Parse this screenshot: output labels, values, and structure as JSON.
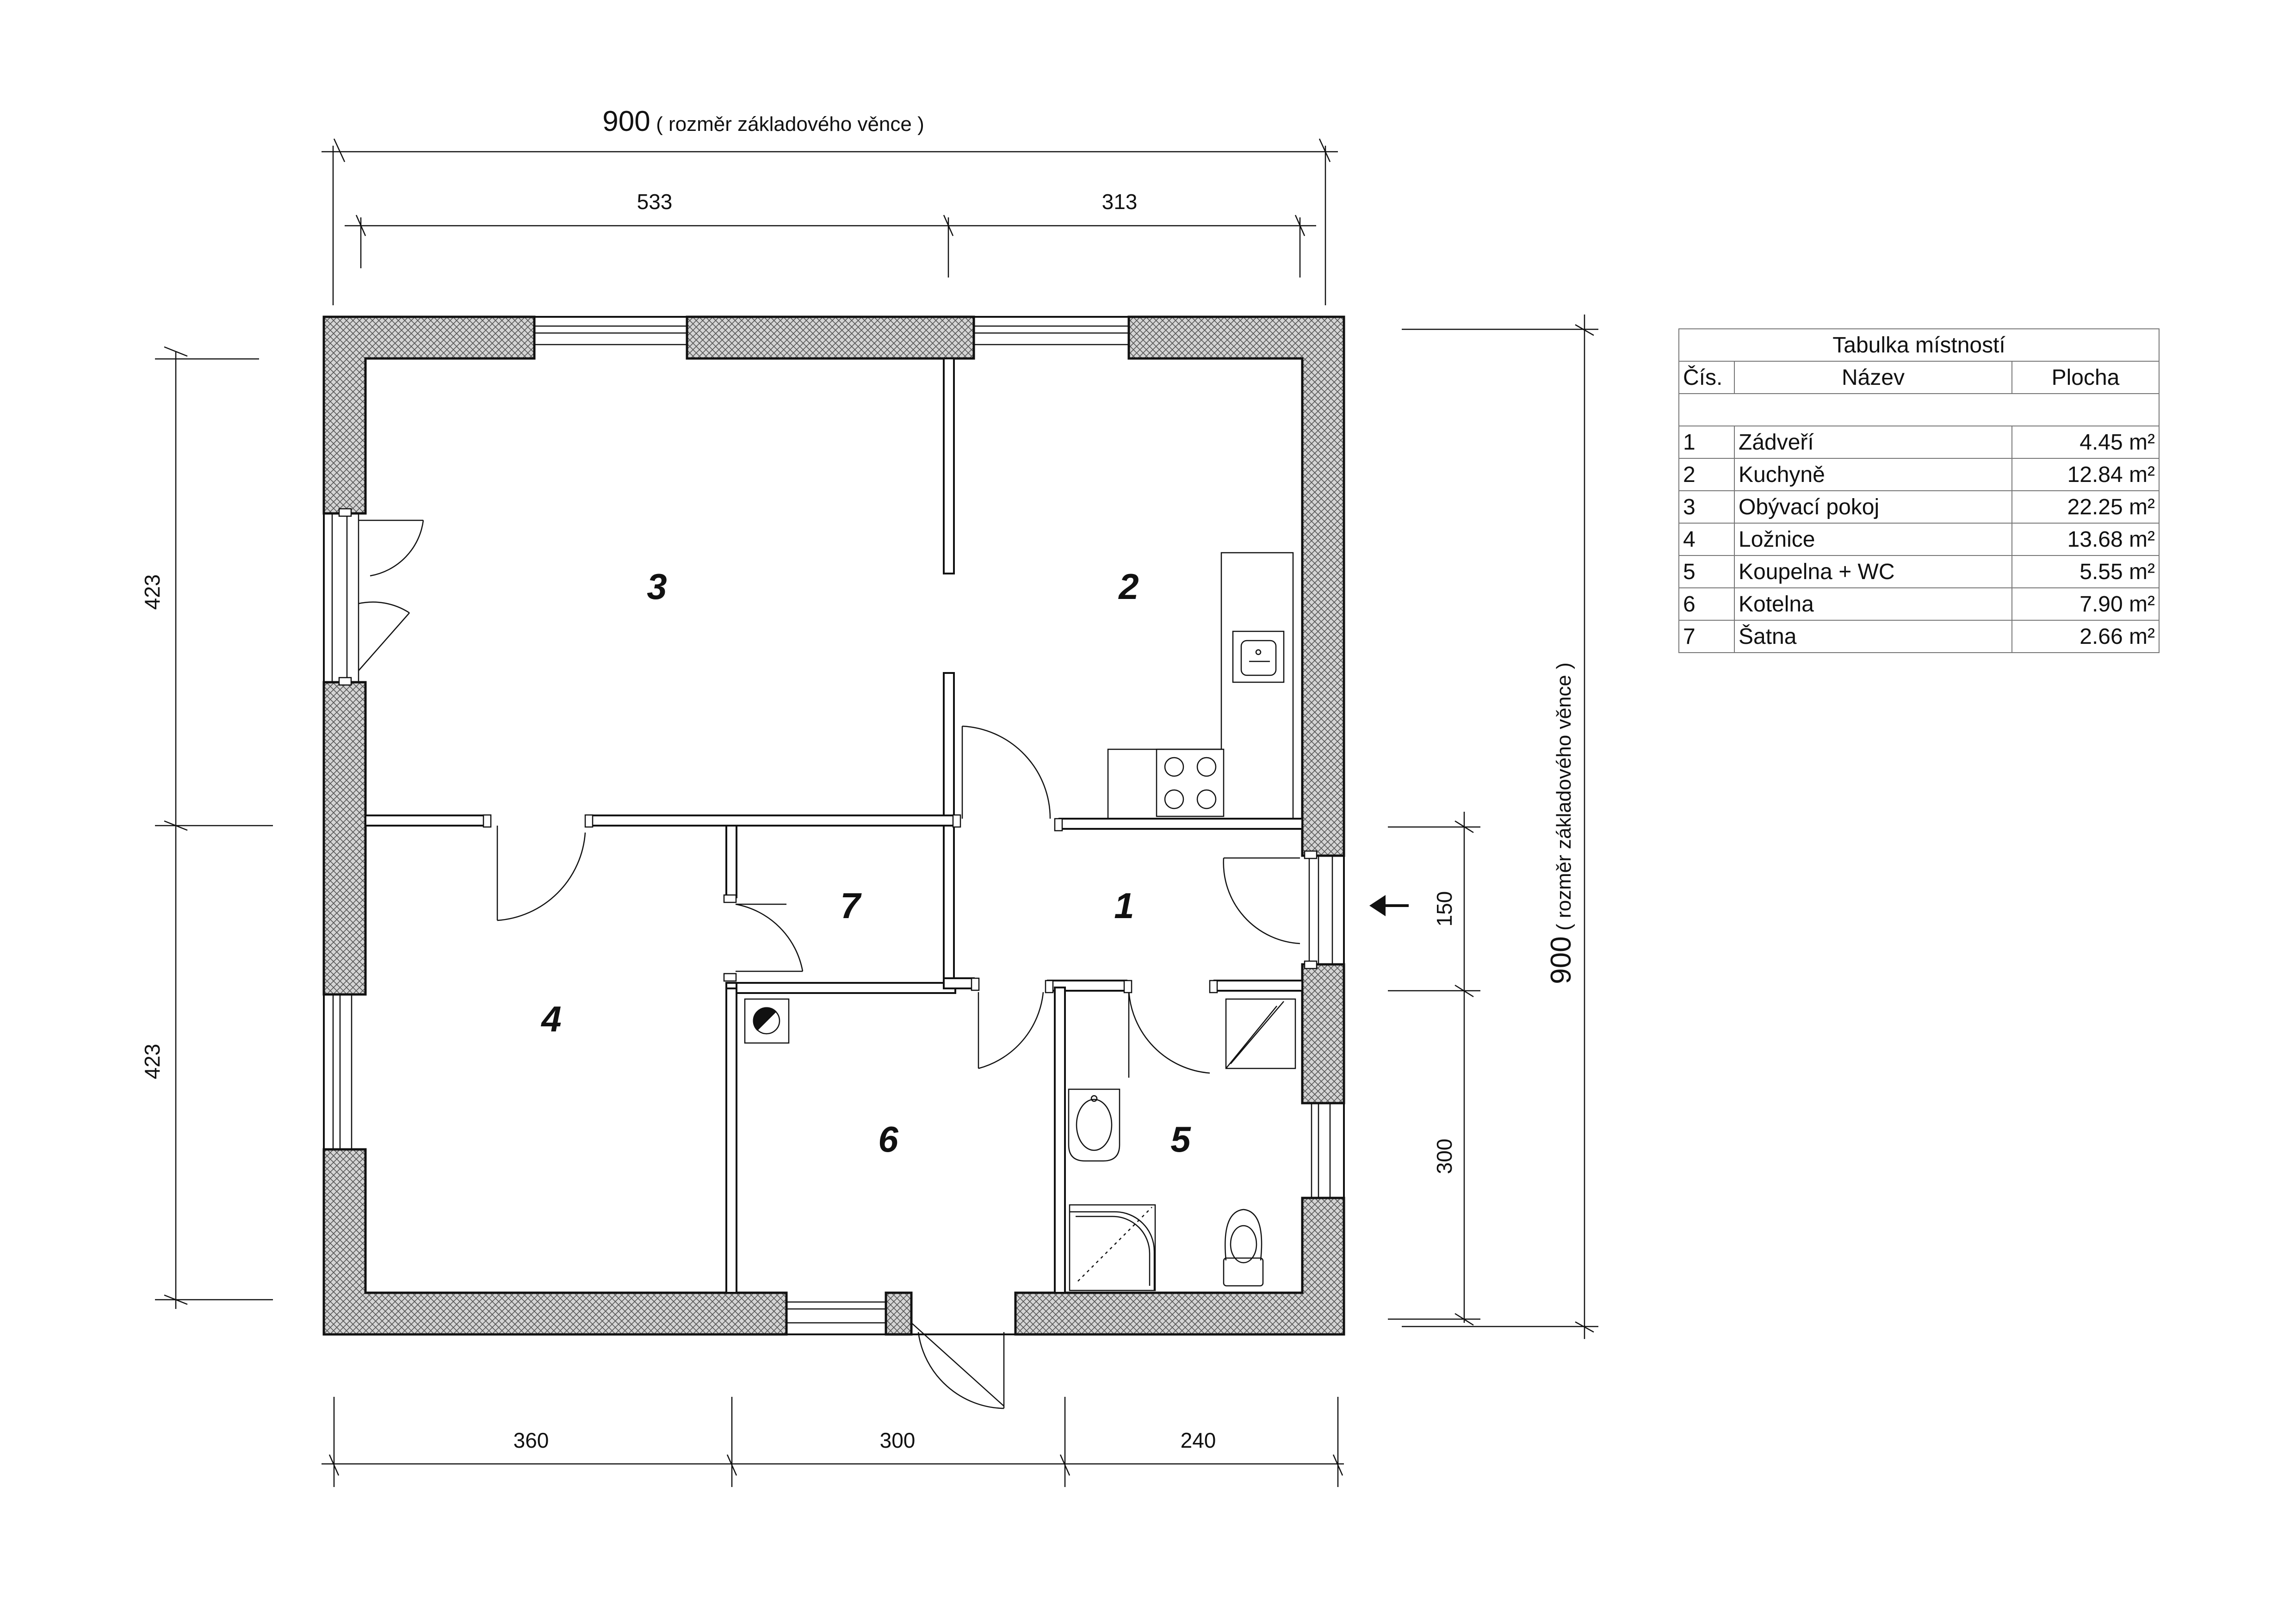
{
  "dimensions": {
    "overall_top": "900",
    "overall_top_note": "( rozměr základového věnce )",
    "top_segments": [
      "533",
      "313"
    ],
    "left_segments": [
      "423",
      "423"
    ],
    "bottom_segments": [
      "360",
      "300",
      "240"
    ],
    "right_segments": [
      "150",
      "300"
    ],
    "overall_right": "900",
    "overall_right_note": "( rozměr základového věnce )"
  },
  "room_labels": [
    "1",
    "2",
    "3",
    "4",
    "5",
    "6",
    "7"
  ],
  "table": {
    "title": "Tabulka místností",
    "headers": {
      "no": "Čís.",
      "name": "Název",
      "area": "Plocha"
    },
    "rows": [
      {
        "no": "1",
        "name": "Zádveří",
        "area": "4.45 m²"
      },
      {
        "no": "2",
        "name": "Kuchyně",
        "area": "12.84 m²"
      },
      {
        "no": "3",
        "name": "Obývací pokoj",
        "area": "22.25 m²"
      },
      {
        "no": "4",
        "name": "Ložnice",
        "area": "13.68 m²"
      },
      {
        "no": "5",
        "name": "Koupelna + WC",
        "area": "5.55 m²"
      },
      {
        "no": "6",
        "name": "Kotelna",
        "area": "7.90 m²"
      },
      {
        "no": "7",
        "name": "Šatna",
        "area": "2.66 m²"
      }
    ]
  },
  "icons": [
    "entrance-arrow-icon",
    "boiler-icon",
    "sink-icon",
    "stove-icon",
    "toilet-icon",
    "shower-icon",
    "shower-tray-icon",
    "washbasin-icon"
  ]
}
